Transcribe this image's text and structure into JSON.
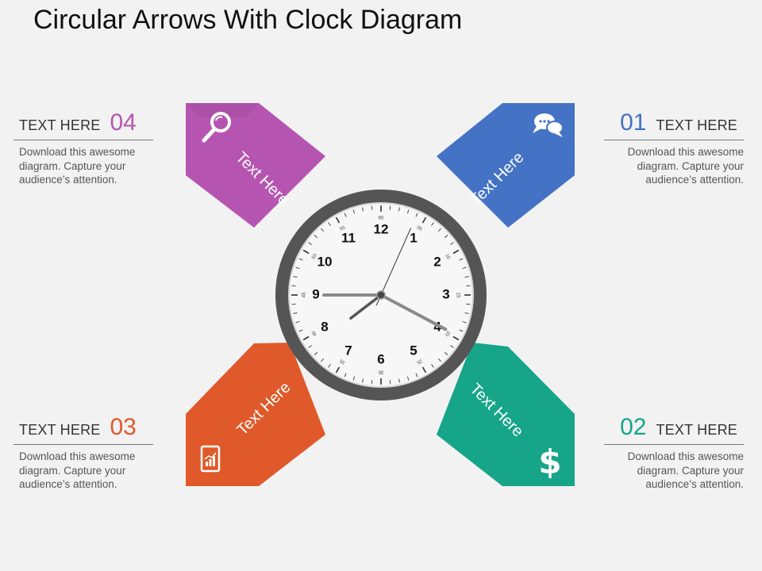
{
  "title": "Circular Arrows With Clock Diagram",
  "colors": {
    "n01": "#4472c4",
    "n02": "#17a589",
    "n03": "#e0592a",
    "n04": "#b655b1",
    "clock_ring": "#555555",
    "clock_face": "#f7f7f7"
  },
  "blocks": {
    "b01": {
      "number": "01",
      "heading": "TEXT HERE",
      "desc": "Download this awesome diagram. Capture your audience’s attention."
    },
    "b02": {
      "number": "02",
      "heading": "TEXT HERE",
      "desc": "Download this awesome diagram. Capture your audience’s attention."
    },
    "b03": {
      "number": "03",
      "heading": "TEXT HERE",
      "desc": "Download this awesome diagram. Capture your audience’s attention."
    },
    "b04": {
      "number": "04",
      "heading": "TEXT HERE",
      "desc": "Download this awesome diagram. Capture your audience’s attention."
    }
  },
  "arrows": {
    "a01": {
      "label": "Text Here",
      "icon": "chat-bubbles-icon"
    },
    "a02": {
      "label": "Text Here",
      "icon": "dollar-icon"
    },
    "a03": {
      "label": "Text Here",
      "icon": "tablet-chart-icon"
    },
    "a04": {
      "label": "Text Here",
      "icon": "magnifier-icon"
    }
  },
  "clock": {
    "hour_numbers": [
      "12",
      "1",
      "2",
      "3",
      "4",
      "5",
      "6",
      "7",
      "8",
      "9",
      "10",
      "11"
    ],
    "minute_numbers": [
      "60",
      "05",
      "10",
      "15",
      "20",
      "25",
      "30",
      "35",
      "40",
      "45",
      "50",
      "55"
    ],
    "time": {
      "hour": 7,
      "minute": 45,
      "second": 4
    }
  }
}
